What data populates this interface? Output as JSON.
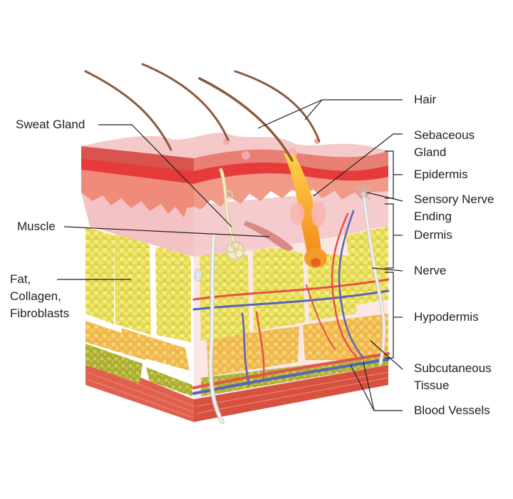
{
  "labels": {
    "hair": "Hair",
    "sweat_gland": "Sweat Gland",
    "sebaceous_gland": [
      "Sebaceous",
      "Gland"
    ],
    "epidermis": "Epidermis",
    "sensory_nerve_ending": [
      "Sensory Nerve",
      "Ending"
    ],
    "muscle": "Muscle",
    "dermis": "Dermis",
    "fat_collagen_fibroblasts": [
      "Fat,",
      "Collagen,",
      "Fibroblasts"
    ],
    "nerve": "Nerve",
    "hypodermis": "Hypodermis",
    "subcutaneous_tissue": [
      "Subcutaneous",
      "Tissue"
    ],
    "blood_vessels": "Blood Vessels"
  },
  "colors": {
    "skin_surface": "#f6c9c9",
    "epidermis_dark": "#d9534f",
    "epidermis_red": "#e63b3b",
    "epidermis_salmon": "#f08a7a",
    "dermis": "#f3c2c5",
    "fat": "#e8df5a",
    "fat_orange": "#f2c25a",
    "muscle": "#e0604e",
    "artery": "#e8504a",
    "vein": "#5a63b8",
    "nerve": "#e6e6e6",
    "hair": "#8b5a3c"
  }
}
